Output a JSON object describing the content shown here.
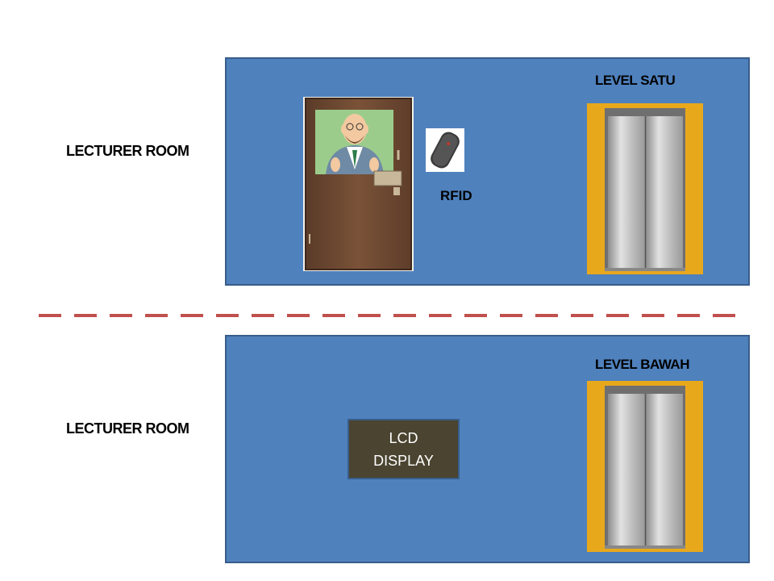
{
  "top": {
    "side_label": "LECTURER ROOM",
    "level_label": "LEVEL SATU",
    "rfid_label": "RFID"
  },
  "bottom": {
    "side_label": "LECTURER ROOM",
    "level_label": "LEVEL BAWAH",
    "lcd_line1": "LCD",
    "lcd_line2": "DISPLAY"
  },
  "colors": {
    "panel": "#4f81bd",
    "panel_border": "#385d8a",
    "divider": "#c0504d",
    "lcd_bg": "#4a4430",
    "elevator_frame": "#e8a81c"
  }
}
